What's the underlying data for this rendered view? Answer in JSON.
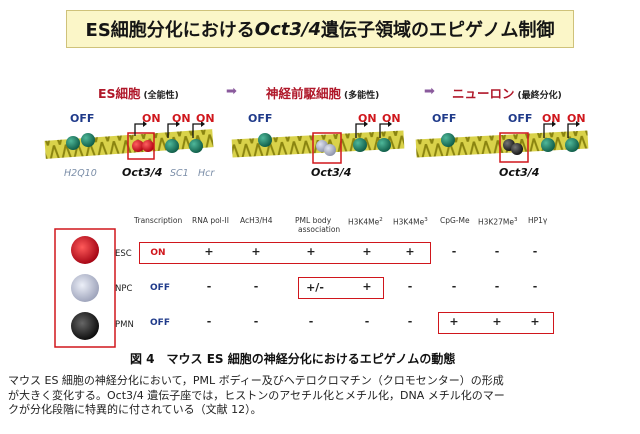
{
  "title": {
    "pre": "ES細胞分化における",
    "italic": "Oct3/4",
    "post": "遺伝子領域のエピゲノム制御"
  },
  "stages": [
    {
      "name": "ES細胞",
      "potency": "(全能性)"
    },
    {
      "name": "神経前駆細胞",
      "potency": "(多能性)"
    },
    {
      "name": "ニューロン",
      "potency": "(最終分化)"
    }
  ],
  "gene_states": {
    "es": [
      "OFF",
      "ON",
      "ON",
      "ON"
    ],
    "npc": [
      "OFF",
      "ON",
      "ON"
    ],
    "neuron": [
      "OFF",
      "OFF",
      "ON",
      "ON"
    ]
  },
  "gene_names": {
    "h2q10": "H2Q10",
    "oct": "Oct3/4",
    "sc1": "SC1",
    "hcr": "Hcr"
  },
  "table": {
    "columns": [
      "Transcription",
      "RNA pol-II",
      "AcH3/H4",
      "PML body association",
      "H3K4Me2",
      "H3K4Me3",
      "CpG-Me",
      "H3K27Me3",
      "HP1γ"
    ],
    "col_display": [
      "Transcription",
      "RNA pol-II",
      "AcH3/H4",
      [
        "PML body",
        "association"
      ],
      "H3K4Me",
      "H3K4Me",
      "CpG-Me",
      "H3K27Me",
      "HP1γ"
    ],
    "col_sup": [
      "",
      "",
      "",
      "",
      "2",
      "3",
      "",
      "3",
      ""
    ],
    "rows": [
      {
        "label": "ESC",
        "cells": [
          "ON",
          "+",
          "+",
          "+",
          "+",
          "+",
          "-",
          "-",
          "-"
        ]
      },
      {
        "label": "NPC",
        "cells": [
          "OFF",
          "-",
          "-",
          "+/-",
          "+",
          "-",
          "-",
          "-",
          "-"
        ]
      },
      {
        "label": "PMN",
        "cells": [
          "OFF",
          "-",
          "-",
          "-",
          "-",
          "-",
          "+",
          "+",
          "+"
        ]
      }
    ]
  },
  "caption": {
    "title": "図 4　マウス ES 細胞の神経分化におけるエピゲノムの動態",
    "lines": [
      "マウス ES 細胞の神経分化において，PML ボディー及びヘテロクロマチン（クロモセンター）の形成",
      "が大きく変化する。Oct3/4 遺伝子座では，ヒストンのアセチル化とメチル化，DNA メチル化のマー",
      "クが分化段階に特異的に付されている（文献 12）。"
    ]
  },
  "colors": {
    "red": "#d0161c",
    "navy": "#1f3a8a",
    "dna": "#c8c224",
    "nucleosome": "#1a7a62",
    "banner": "#fbf6c8"
  }
}
